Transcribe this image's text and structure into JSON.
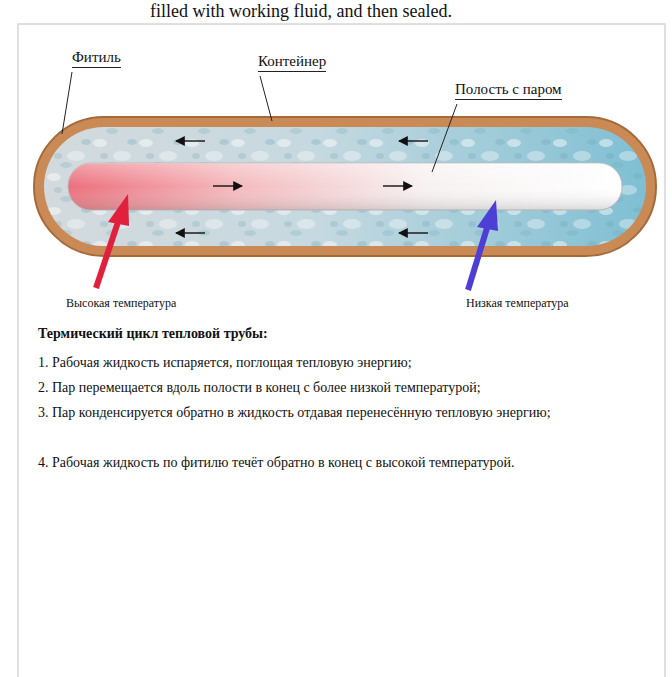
{
  "diagram": {
    "title": "Термический цикл тепловой трубы:",
    "labels": [
      "filled with working fluid, and then sealed.",
      "Фитиль",
      "Контейнер",
      "Полость с паром",
      "Высокая температура",
      "Низкая температура",
      "1. Рабочая жидкость испаряется, поглощая тепловую энергию;",
      "2. Пар перемещается вдоль полости в конец с более низкой температурой;",
      "3. Пар конденсируется обратно в жидкость отдавая перенесённую тепловую энергию;",
      "4. Рабочая жидкость по фитилю течёт обратно в конец с высокой температурой."
    ]
  }
}
